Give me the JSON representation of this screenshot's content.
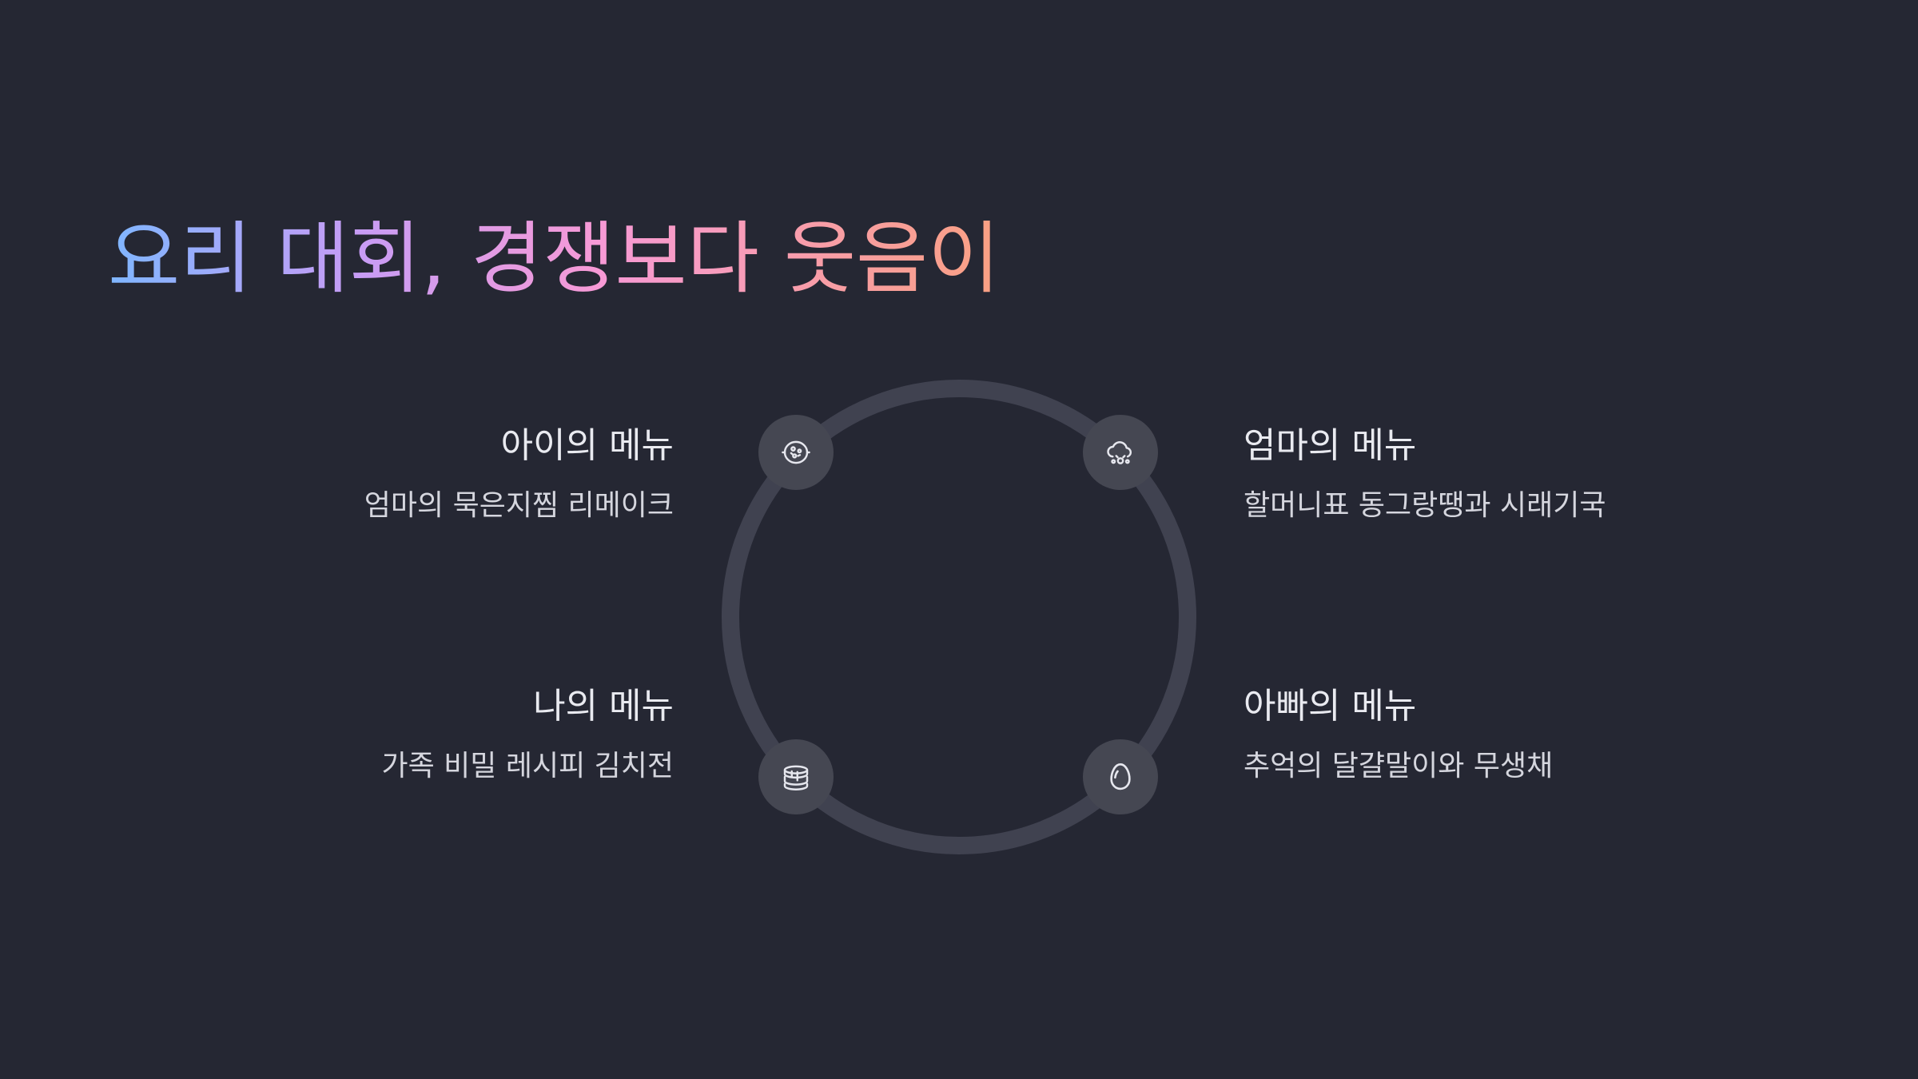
{
  "title": "요리 대회, 경쟁보다 웃음이",
  "colors": {
    "background": "#252733",
    "ring": "#404250",
    "node": "#454752",
    "title_gradient": [
      "#7fb6ff",
      "#c79cf5",
      "#f79ad6",
      "#f9a082"
    ]
  },
  "items": [
    {
      "heading": "아이의 메뉴",
      "desc": "엄마의 묵은지찜 리메이크",
      "icon": "pizza-icon"
    },
    {
      "heading": "엄마의 메뉴",
      "desc": "할머니표 동그랑땡과 시래기국",
      "icon": "cloud-steam-icon"
    },
    {
      "heading": "나의 메뉴",
      "desc": "가족 비밀 레시피 김치전",
      "icon": "pancake-stack-icon"
    },
    {
      "heading": "아빠의 메뉴",
      "desc": "추억의 달걀말이와 무생채",
      "icon": "egg-icon"
    }
  ]
}
